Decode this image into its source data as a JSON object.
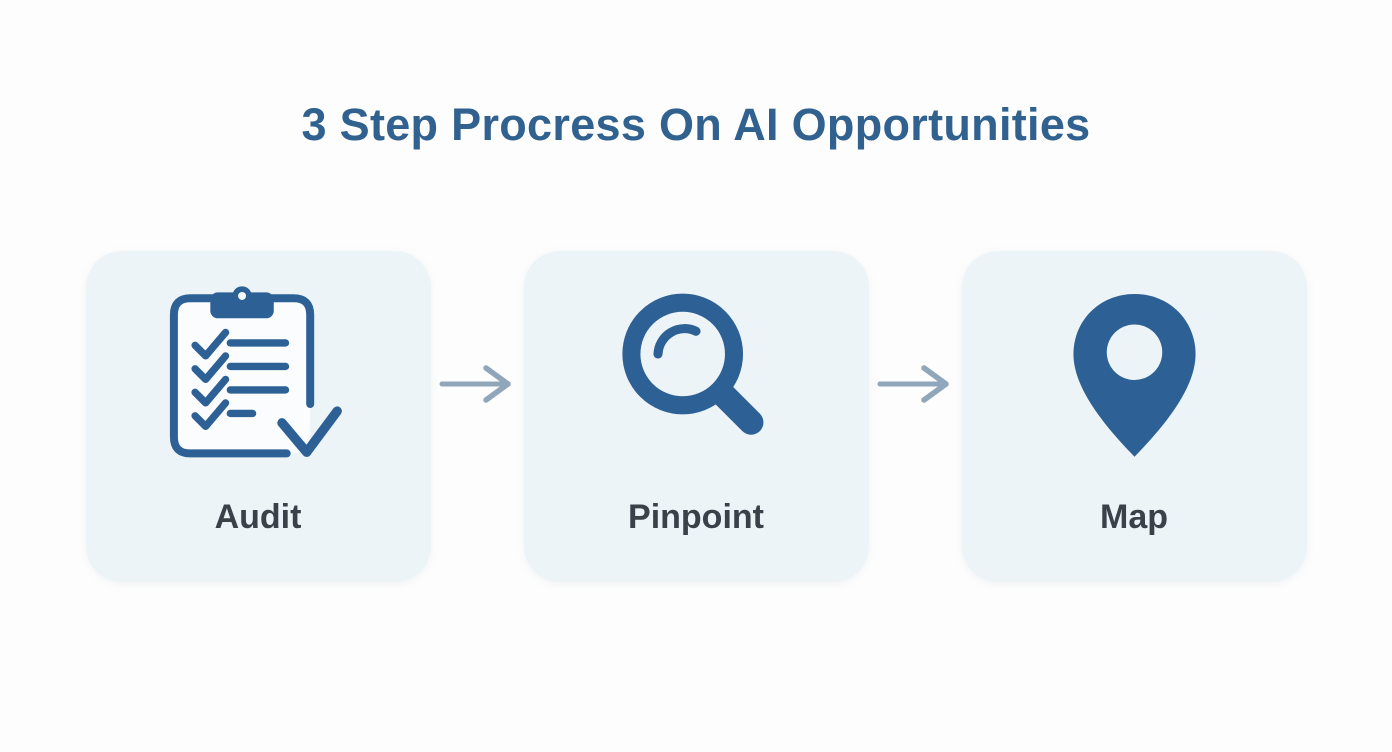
{
  "title": "3 Step Procress On AI Opportunities",
  "steps": [
    {
      "label": "Audit",
      "icon": "clipboard-checklist-icon"
    },
    {
      "label": "Pinpoint",
      "icon": "magnifying-glass-icon"
    },
    {
      "label": "Map",
      "icon": "map-pin-icon"
    }
  ],
  "arrows": [
    {
      "direction": "right"
    },
    {
      "direction": "right"
    }
  ],
  "colors": {
    "background": "#fdfdfd",
    "card_bg": "#edf4f8",
    "icon_blue": "#2d6094",
    "title": "#30618f",
    "label": "#3a4149",
    "arrow": "#90a6bb"
  }
}
